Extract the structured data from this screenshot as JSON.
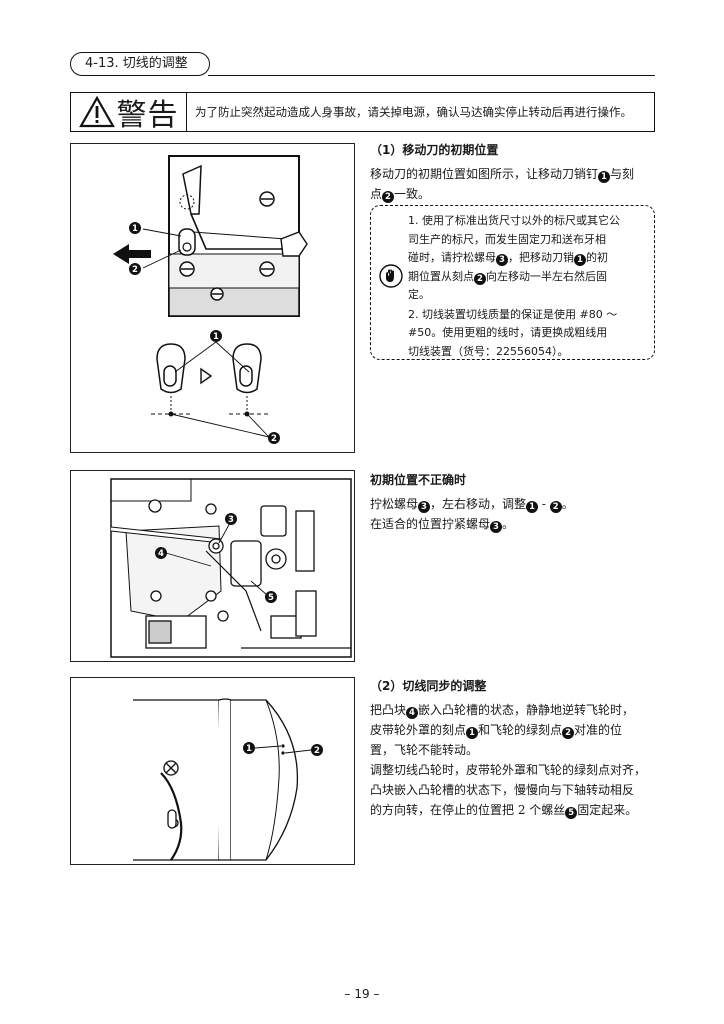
{
  "section": {
    "title": "4-13. 切线的调整"
  },
  "warning": {
    "label": "警告",
    "text": "为了防止突然起动造成人身事故，请关掉电源，确认马达确实停止转动后再进行操作。"
  },
  "figures": {
    "fig1": {
      "callouts": [
        "1",
        "2",
        "1",
        "2"
      ]
    },
    "fig2": {
      "callouts": [
        "3",
        "4",
        "5"
      ]
    },
    "fig3": {
      "callouts": [
        "1",
        "2"
      ]
    }
  },
  "part1": {
    "heading": "（1）移动刀的初期位置",
    "body": [
      [
        {
          "t": "移动刀的初期位置如图所示，让移动刀销钉"
        },
        {
          "c": "1"
        },
        {
          "t": "与刻"
        }
      ],
      [
        {
          "t": "点"
        },
        {
          "c": "2"
        },
        {
          "t": "一致。"
        }
      ]
    ]
  },
  "caution": {
    "icon_label": "注意",
    "items": [
      [
        [
          {
            "t": "1. 使用了标准出货尺寸以外的标尺或其它公"
          }
        ],
        [
          {
            "t": "司生产的标尺，而发生固定刀和送布牙相"
          }
        ],
        [
          {
            "t": "碰时，请拧松螺母"
          },
          {
            "c": "3"
          },
          {
            "t": "，把移动刀销"
          },
          {
            "c": "1"
          },
          {
            "t": "的初"
          }
        ],
        [
          {
            "t": "期位置从刻点"
          },
          {
            "c": "2"
          },
          {
            "t": "向左移动一半左右然后固"
          }
        ],
        [
          {
            "t": "定。"
          }
        ]
      ],
      [
        [
          {
            "t": "2. 切线装置切线质量的保证是使用 #80 ～"
          }
        ],
        [
          {
            "t": "#50。使用更粗的线时，请更换成粗线用"
          }
        ],
        [
          {
            "t": "切线装置（货号：22556054）。"
          }
        ]
      ]
    ]
  },
  "part2": {
    "heading": "初期位置不正确时",
    "body": [
      [
        {
          "t": "拧松螺母"
        },
        {
          "c": "3"
        },
        {
          "t": "，左右移动，调整"
        },
        {
          "c": "1"
        },
        {
          "t": " - "
        },
        {
          "c": "2"
        },
        {
          "t": "。"
        }
      ],
      [
        {
          "t": "在适合的位置拧紧螺母"
        },
        {
          "c": "3"
        },
        {
          "t": "。"
        }
      ]
    ]
  },
  "part3": {
    "heading": "（2）切线同步的调整",
    "body": [
      [
        {
          "t": "把凸块"
        },
        {
          "c": "4"
        },
        {
          "t": "嵌入凸轮槽的状态，静静地逆转飞轮时，"
        }
      ],
      [
        {
          "t": "皮带轮外罩的刻点"
        },
        {
          "c": "1"
        },
        {
          "t": "和飞轮的绿刻点"
        },
        {
          "c": "2"
        },
        {
          "t": "对准的位"
        }
      ],
      [
        {
          "t": "置，飞轮不能转动。"
        }
      ],
      [
        {
          "t": "调整切线凸轮时，皮带轮外罩和飞轮的绿刻点对齐，"
        }
      ],
      [
        {
          "t": "凸块嵌入凸轮槽的状态下，慢慢向与下轴转动相反"
        }
      ],
      [
        {
          "t": "的方向转，在停止的位置把 2 个螺丝"
        },
        {
          "c": "5"
        },
        {
          "t": "固定起来。"
        }
      ]
    ]
  },
  "page": {
    "number": "– 19 –"
  },
  "colors": {
    "ink": "#1a1a1a",
    "paper": "#ffffff",
    "shade": "#d9d9d9"
  }
}
